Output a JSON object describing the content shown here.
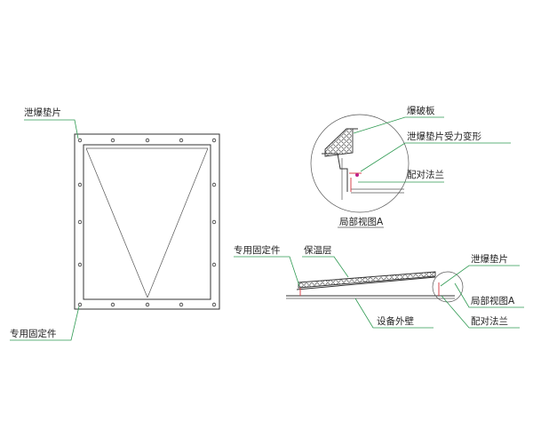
{
  "labels": {
    "vent_gasket_main": "泄爆垫片",
    "fixing_part_main": "专用固定件",
    "burst_plate": "爆破板",
    "gasket_deformation": "泄爆垫片受力变形",
    "mating_flange_detail": "配对法兰",
    "detail_view_caption": "局部视图A",
    "fixing_part_side": "专用固定件",
    "insulation_layer": "保温层",
    "vent_gasket_side": "泄爆垫片",
    "detail_view_ref": "局部视图A",
    "mating_flange_side": "配对法兰",
    "equipment_wall": "设备外壁"
  },
  "colors": {
    "line": "#333333",
    "leader": "#2f9a52",
    "gasket": "#d9444d",
    "flange_mark": "#c0208a"
  }
}
